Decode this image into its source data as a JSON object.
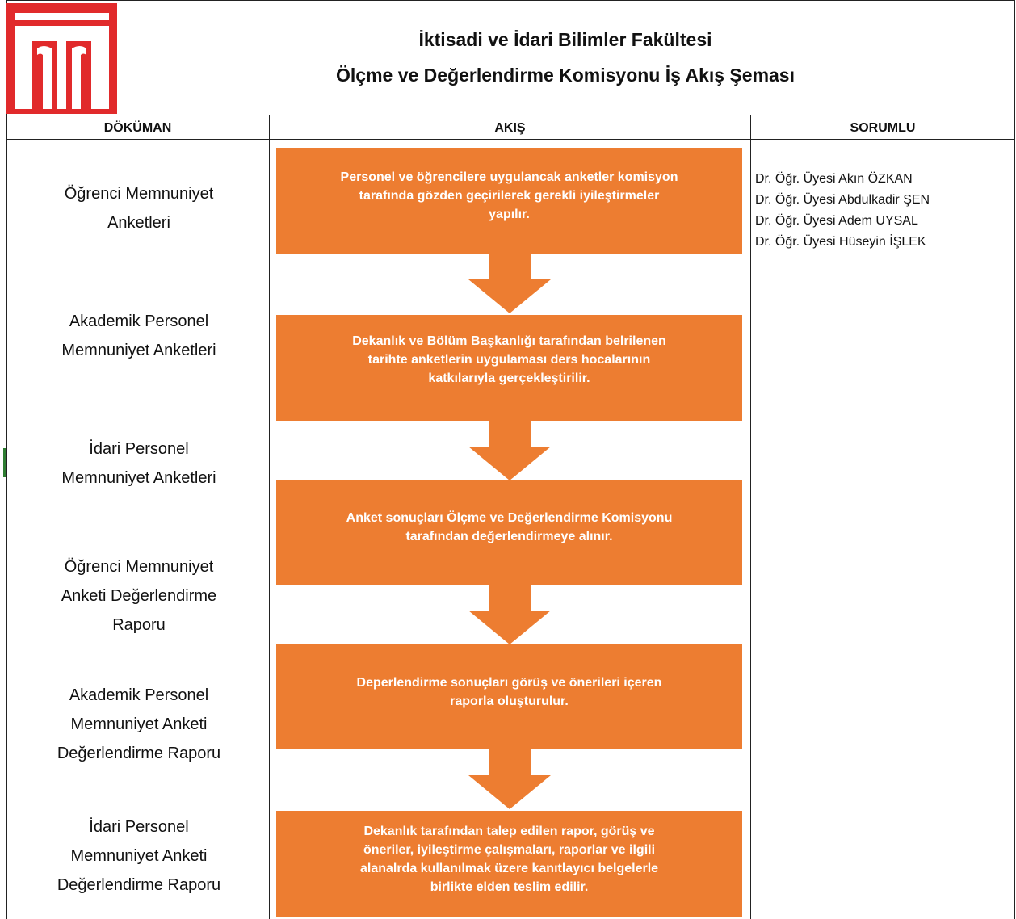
{
  "header": {
    "title_line1": "İktisadi ve İdari Bilimler Fakültesi",
    "title_line2": "Ölçme ve Değerlendirme Komisyonu İş Akış Şeması",
    "logo_icon": "university-monogram-logo",
    "logo_color": "#e12a2b"
  },
  "columns": {
    "document": "DÖKÜMAN",
    "flow": "AKIŞ",
    "responsible": "SORUMLU"
  },
  "documents": [
    {
      "lines": [
        "Öğrenci Memnuniyet",
        "Anketleri"
      ]
    },
    {
      "lines": [
        "Akademik Personel",
        "Memnuniyet Anketleri"
      ]
    },
    {
      "lines": [
        "İdari Personel",
        "Memnuniyet Anketleri"
      ]
    },
    {
      "lines": [
        "Öğrenci Memnuniyet",
        "Anketi Değerlendirme",
        "Raporu"
      ]
    },
    {
      "lines": [
        "Akademik Personel",
        "Memnuniyet Anketi",
        "Değerlendirme Raporu"
      ]
    },
    {
      "lines": [
        "İdari Personel",
        "Memnuniyet Anketi",
        "Değerlendirme Raporu"
      ]
    }
  ],
  "flow_steps": [
    {
      "lines": [
        "Personel ve öğrencilere uygulancak anketler komisyon",
        "tarafında gözden geçirilerek gerekli iyileştirmeler",
        "yapılır."
      ]
    },
    {
      "lines": [
        "Dekanlık ve Bölüm Başkanlığı tarafından belrilenen",
        "tarihte anketlerin uygulaması ders hocalarının",
        "katkılarıyla gerçekleştirilir."
      ]
    },
    {
      "lines": [
        "Anket sonuçları Ölçme ve Değerlendirme Komisyonu",
        "tarafından değerlendirmeye alınır."
      ]
    },
    {
      "lines": [
        "Deperlendirme sonuçları görüş ve önerileri içeren",
        "raporla oluşturulur."
      ]
    },
    {
      "lines": [
        "Dekanlık tarafından talep edilen rapor, görüş ve",
        "öneriler, iyileştirme çalışmaları,  raporlar ve ilgili",
        "alanalrda kullanılmak üzere kanıtlayıcı belgelerle",
        "birlikte elden teslim edilir."
      ]
    }
  ],
  "flow_color": "#ed7d31",
  "arrow_icon": "down-arrow-icon",
  "responsible": [
    "Dr. Öğr. Üyesi Akın ÖZKAN",
    "Dr. Öğr. Üyesi Abdulkadir ŞEN",
    "Dr. Öğr. Üyesi Adem UYSAL",
    "Dr. Öğr. Üyesi Hüseyin İŞLEK"
  ]
}
